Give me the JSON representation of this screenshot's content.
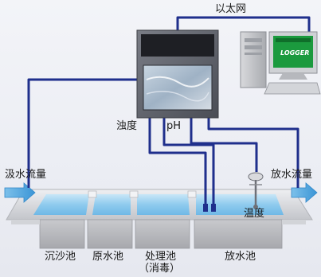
{
  "network": {
    "label": "以太网"
  },
  "recorder": {
    "logo_text": ""
  },
  "computer": {
    "screen_text_top": "",
    "screen_text_main": "LOGGER"
  },
  "sensors": {
    "turbidity": "浊度",
    "ph": "pH",
    "temperature": "温度"
  },
  "flows": {
    "intake": "汲水流量",
    "discharge": "放水流量"
  },
  "tanks": [
    {
      "label": "沉沙池"
    },
    {
      "label": "原水池"
    },
    {
      "label": "处理池",
      "sublabel": "（消毒）"
    },
    {
      "label": "放水池"
    }
  ],
  "colors": {
    "pipe": "#1f2f8c",
    "water": "#88c8ec",
    "arrow": "#4fa6df"
  }
}
